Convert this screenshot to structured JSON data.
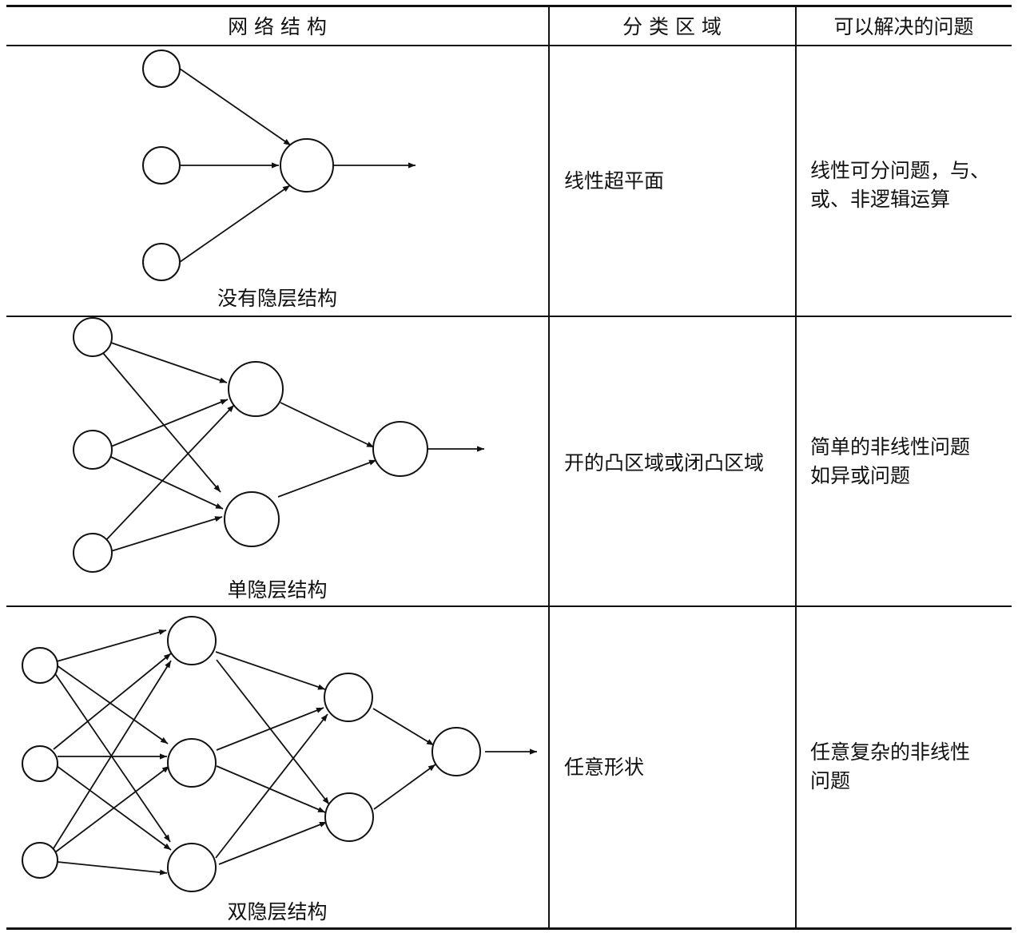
{
  "table": {
    "headers": [
      "网 络 结 构",
      "分 类 区 域",
      "可以解决的问题"
    ],
    "rows": [
      {
        "caption": "没有隐层结构",
        "region": "线性超平面",
        "problem_lines": [
          "线性可分问题，与、",
          "或、非逻辑运算"
        ]
      },
      {
        "caption": "单隐层结构",
        "region": "开的凸区域或闭凸区域",
        "problem_lines": [
          "简单的非线性问题",
          "如异或问题"
        ]
      },
      {
        "caption": "双隐层结构",
        "region": "任意形状",
        "problem_lines": [
          "任意复杂的非线性",
          "问题"
        ]
      }
    ]
  }
}
